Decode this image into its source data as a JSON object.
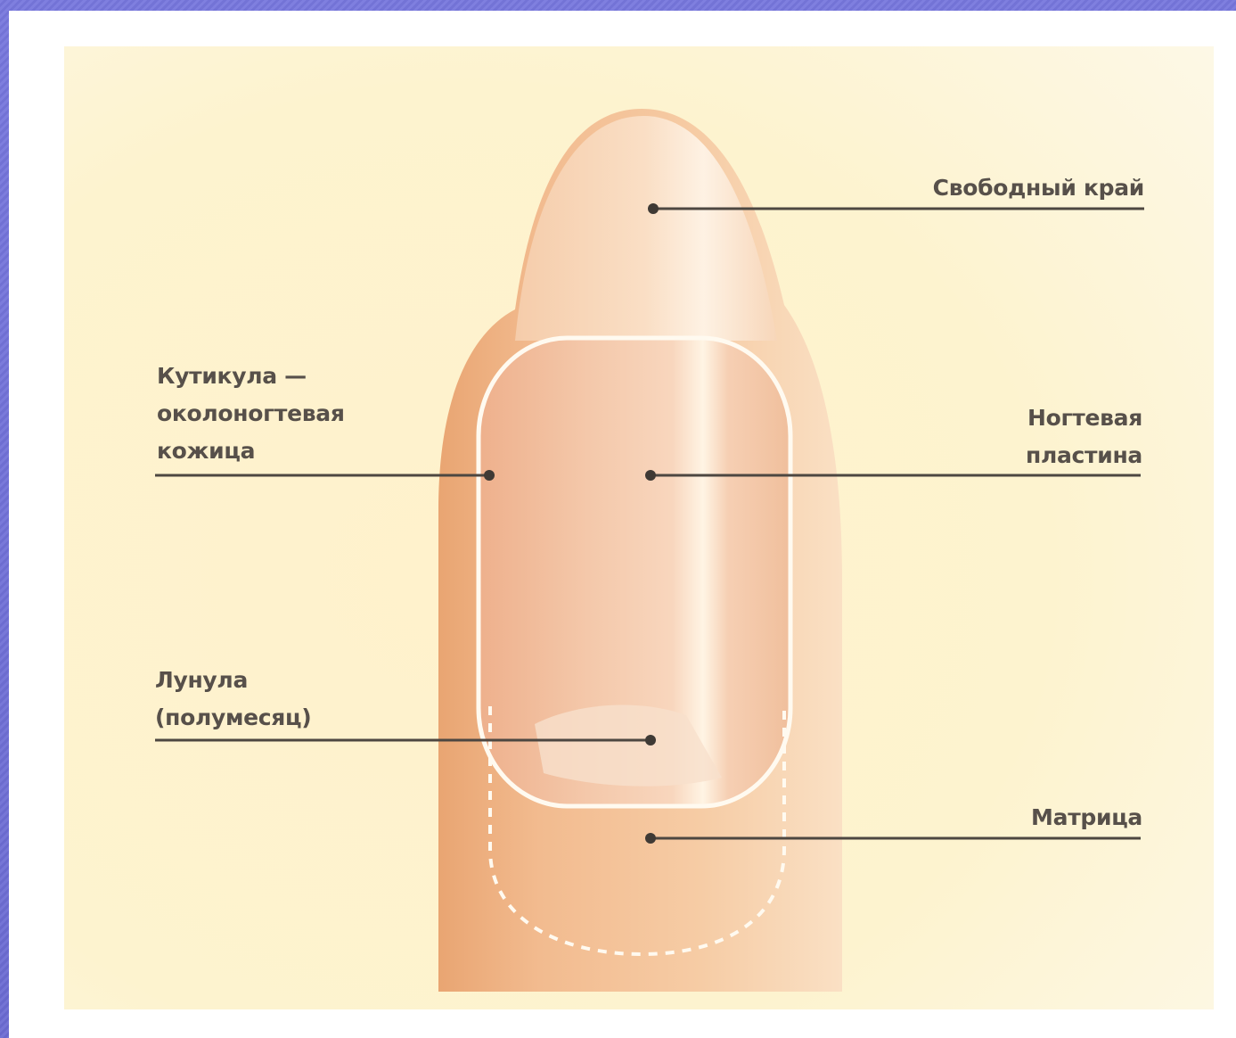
{
  "diagram": {
    "labels": {
      "free_edge": "Свободный край",
      "cuticle": [
        "Кутикула —",
        "околоногтевая",
        "кожица"
      ],
      "nail_plate": [
        "Ногтевая",
        "пластина"
      ],
      "lunula": [
        "Лунула",
        "(полумесяц)"
      ],
      "matrix": "Матрица"
    },
    "colors": {
      "background": "#fdf5d2",
      "skin": "#f0b98c",
      "nail": "#f3c4a6",
      "outline": "#fffaf0",
      "leader_line": "#4d4741",
      "frame": "#6f6fd6"
    }
  }
}
